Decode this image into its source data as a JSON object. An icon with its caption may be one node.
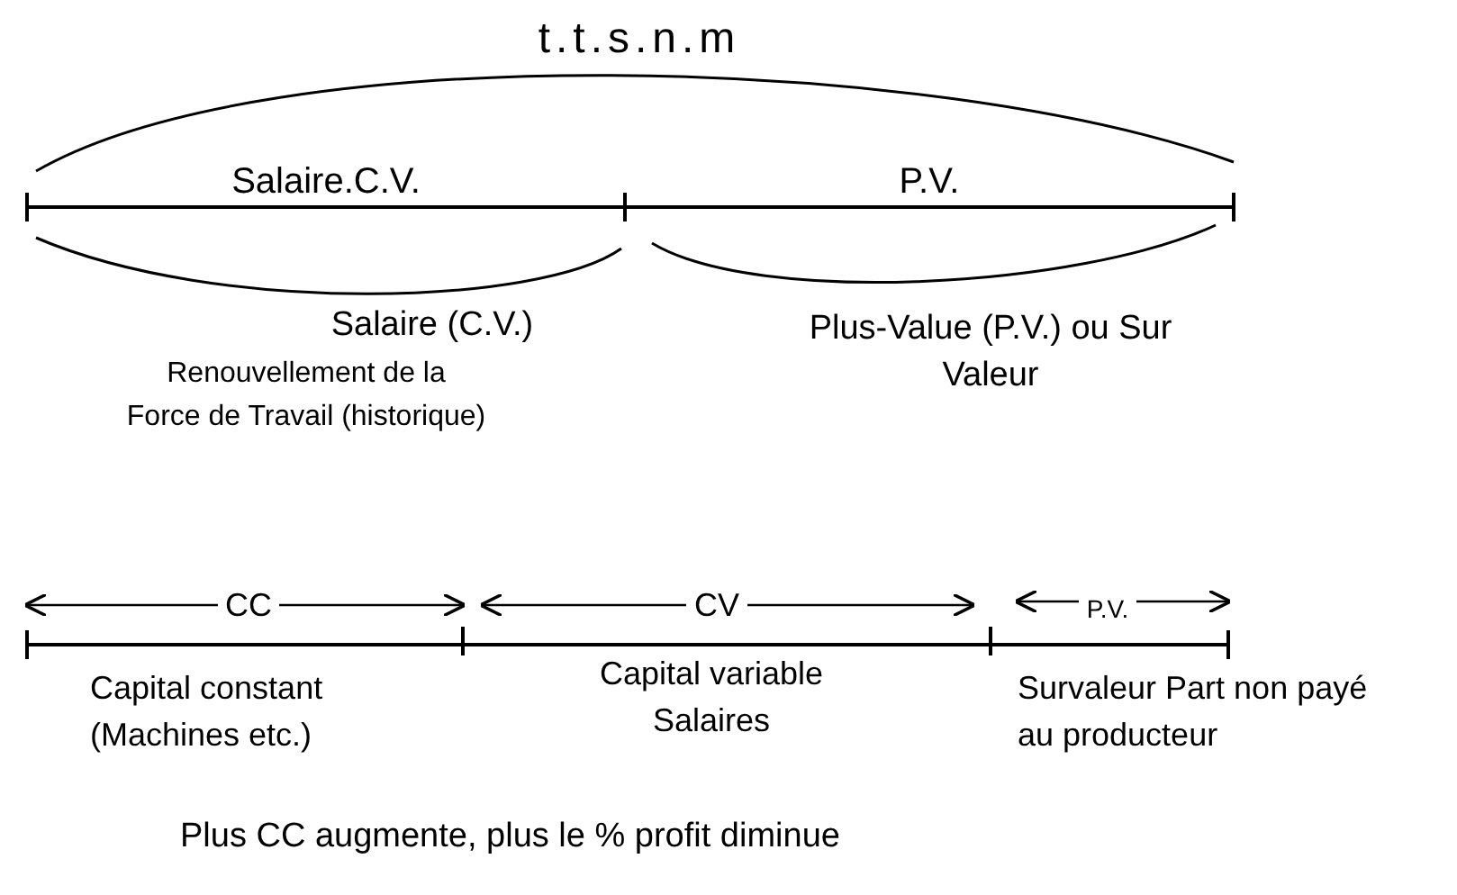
{
  "diagram": {
    "title": "t.t.s.n.m",
    "labels": [
      "Salaire.C.V.",
      "P.V.",
      "Salaire (C.V.)",
      "Renouvellement de la Force de Travail (historique)",
      "Plus-Value (P.V.) ou Sur Valeur",
      "CC",
      "CV",
      "P.V.",
      "Capital constant (Machines etc.)",
      "Capital variable Salaires",
      "Survaleur Part non payé au producteur",
      "Plus CC augmente, plus le % profit diminue"
    ]
  }
}
